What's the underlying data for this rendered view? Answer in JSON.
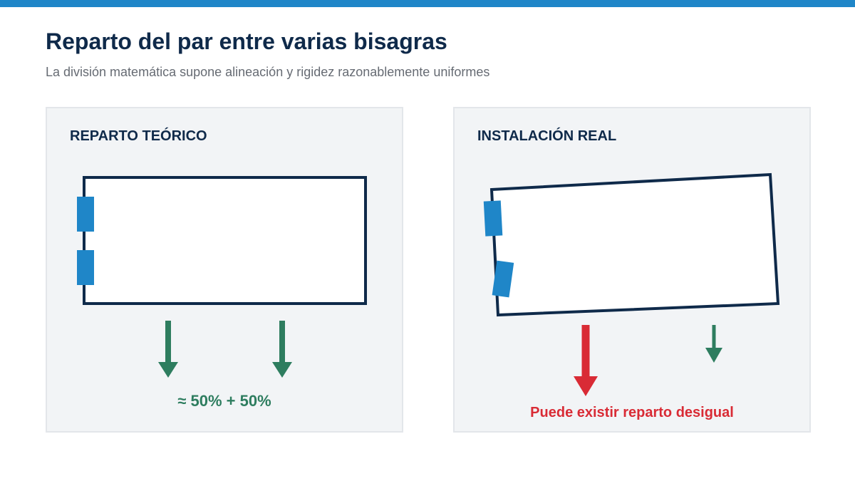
{
  "header": {
    "title": "Reparto del par entre varias bisagras",
    "subtitle": "La división matemática supone alineación y rigidez razonablemente uniformes"
  },
  "panels": [
    {
      "heading": "REPARTO TEÓRICO",
      "caption": "≈ 50% + 50%",
      "door_state": "aligned",
      "hinges": 2,
      "load_arrows": [
        "equal",
        "equal"
      ]
    },
    {
      "heading": "INSTALACIÓN REAL",
      "caption": "Puede existir reparto desigual",
      "door_state": "tilted",
      "hinges": 2,
      "load_arrows": [
        "large",
        "small"
      ]
    }
  ],
  "colors": {
    "accent_bar": "#1f86c8",
    "title": "#0f2a4a",
    "door_outline": "#0f2a4a",
    "hinge": "#1f86c8",
    "equal_load": "#2e7d5f",
    "unequal_load": "#d92b35",
    "panel_bg": "#f2f4f6"
  }
}
